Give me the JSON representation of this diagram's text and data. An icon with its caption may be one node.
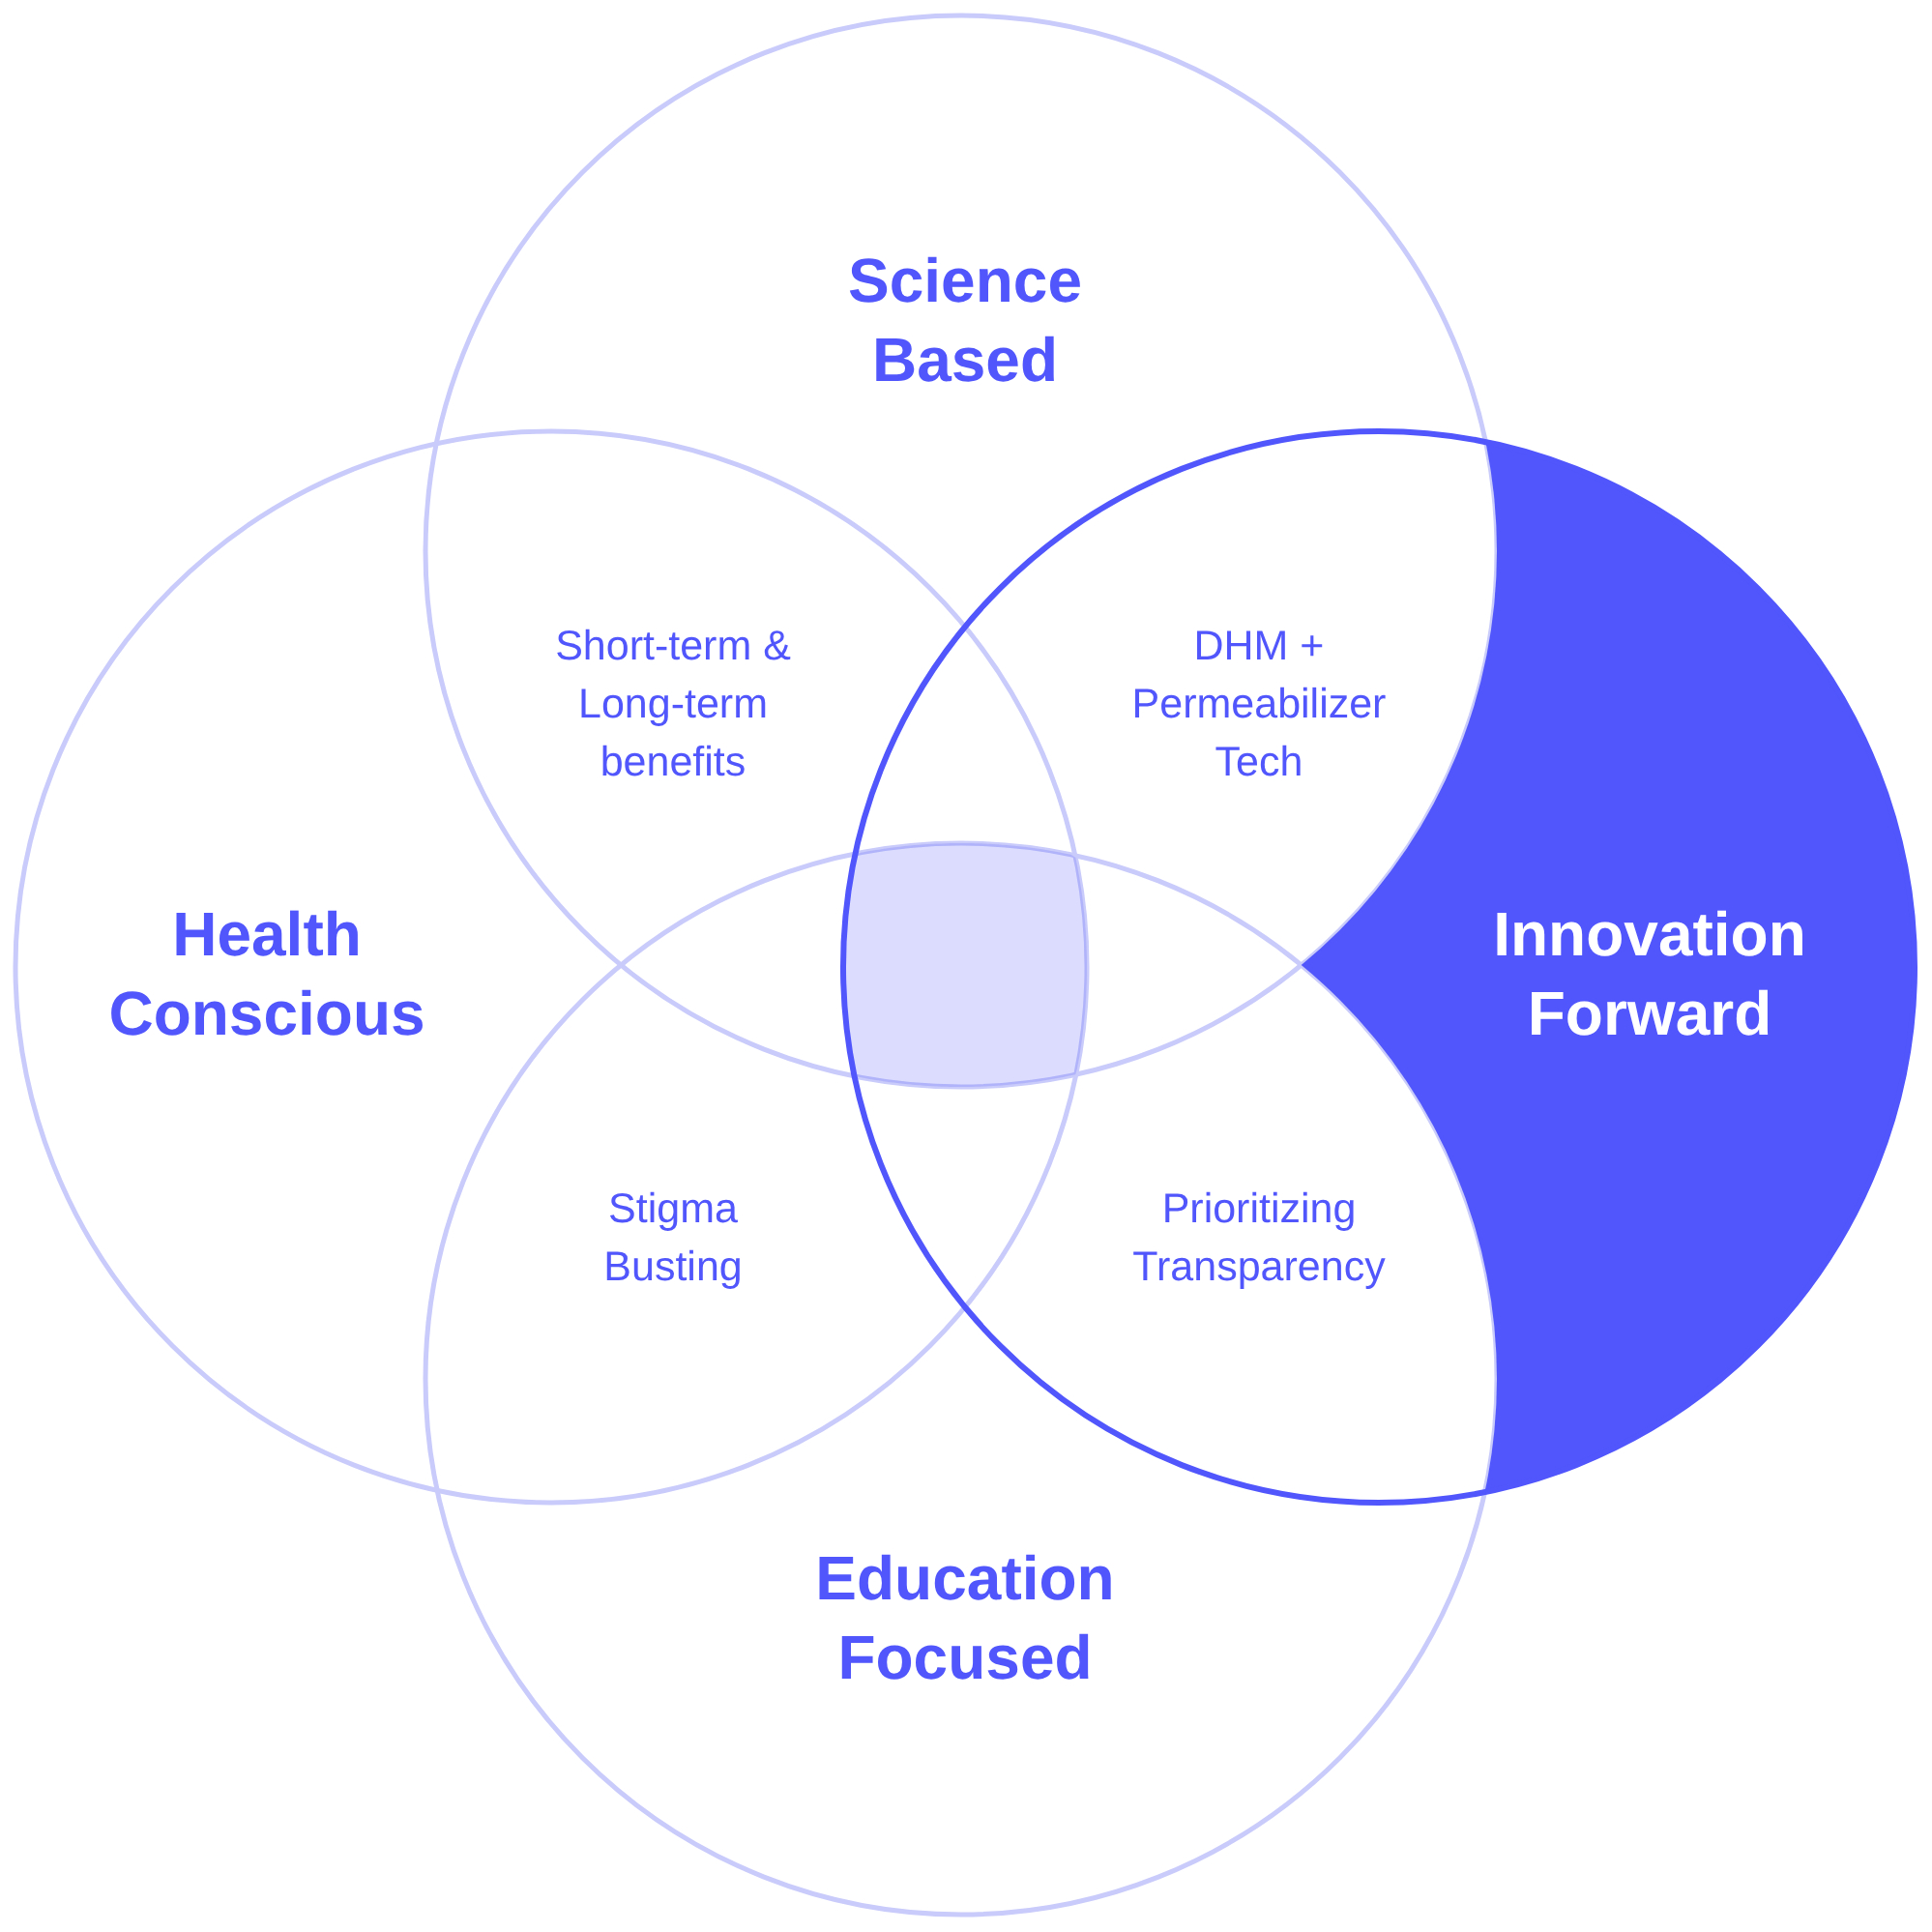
{
  "diagram": {
    "nodes": [
      {
        "text": [
          "Science Based"
        ]
      },
      {
        "text": [
          "Health Conscious"
        ]
      },
      {
        "text": [
          "Innovation Forward"
        ]
      },
      {
        "text": [
          "Education Focused"
        ]
      }
    ],
    "labels": [
      "Short-term & Long-term benefits",
      "DHM + Permeabilizer Tech",
      "Stigma Busting",
      "Prioritizing Transparency"
    ]
  }
}
